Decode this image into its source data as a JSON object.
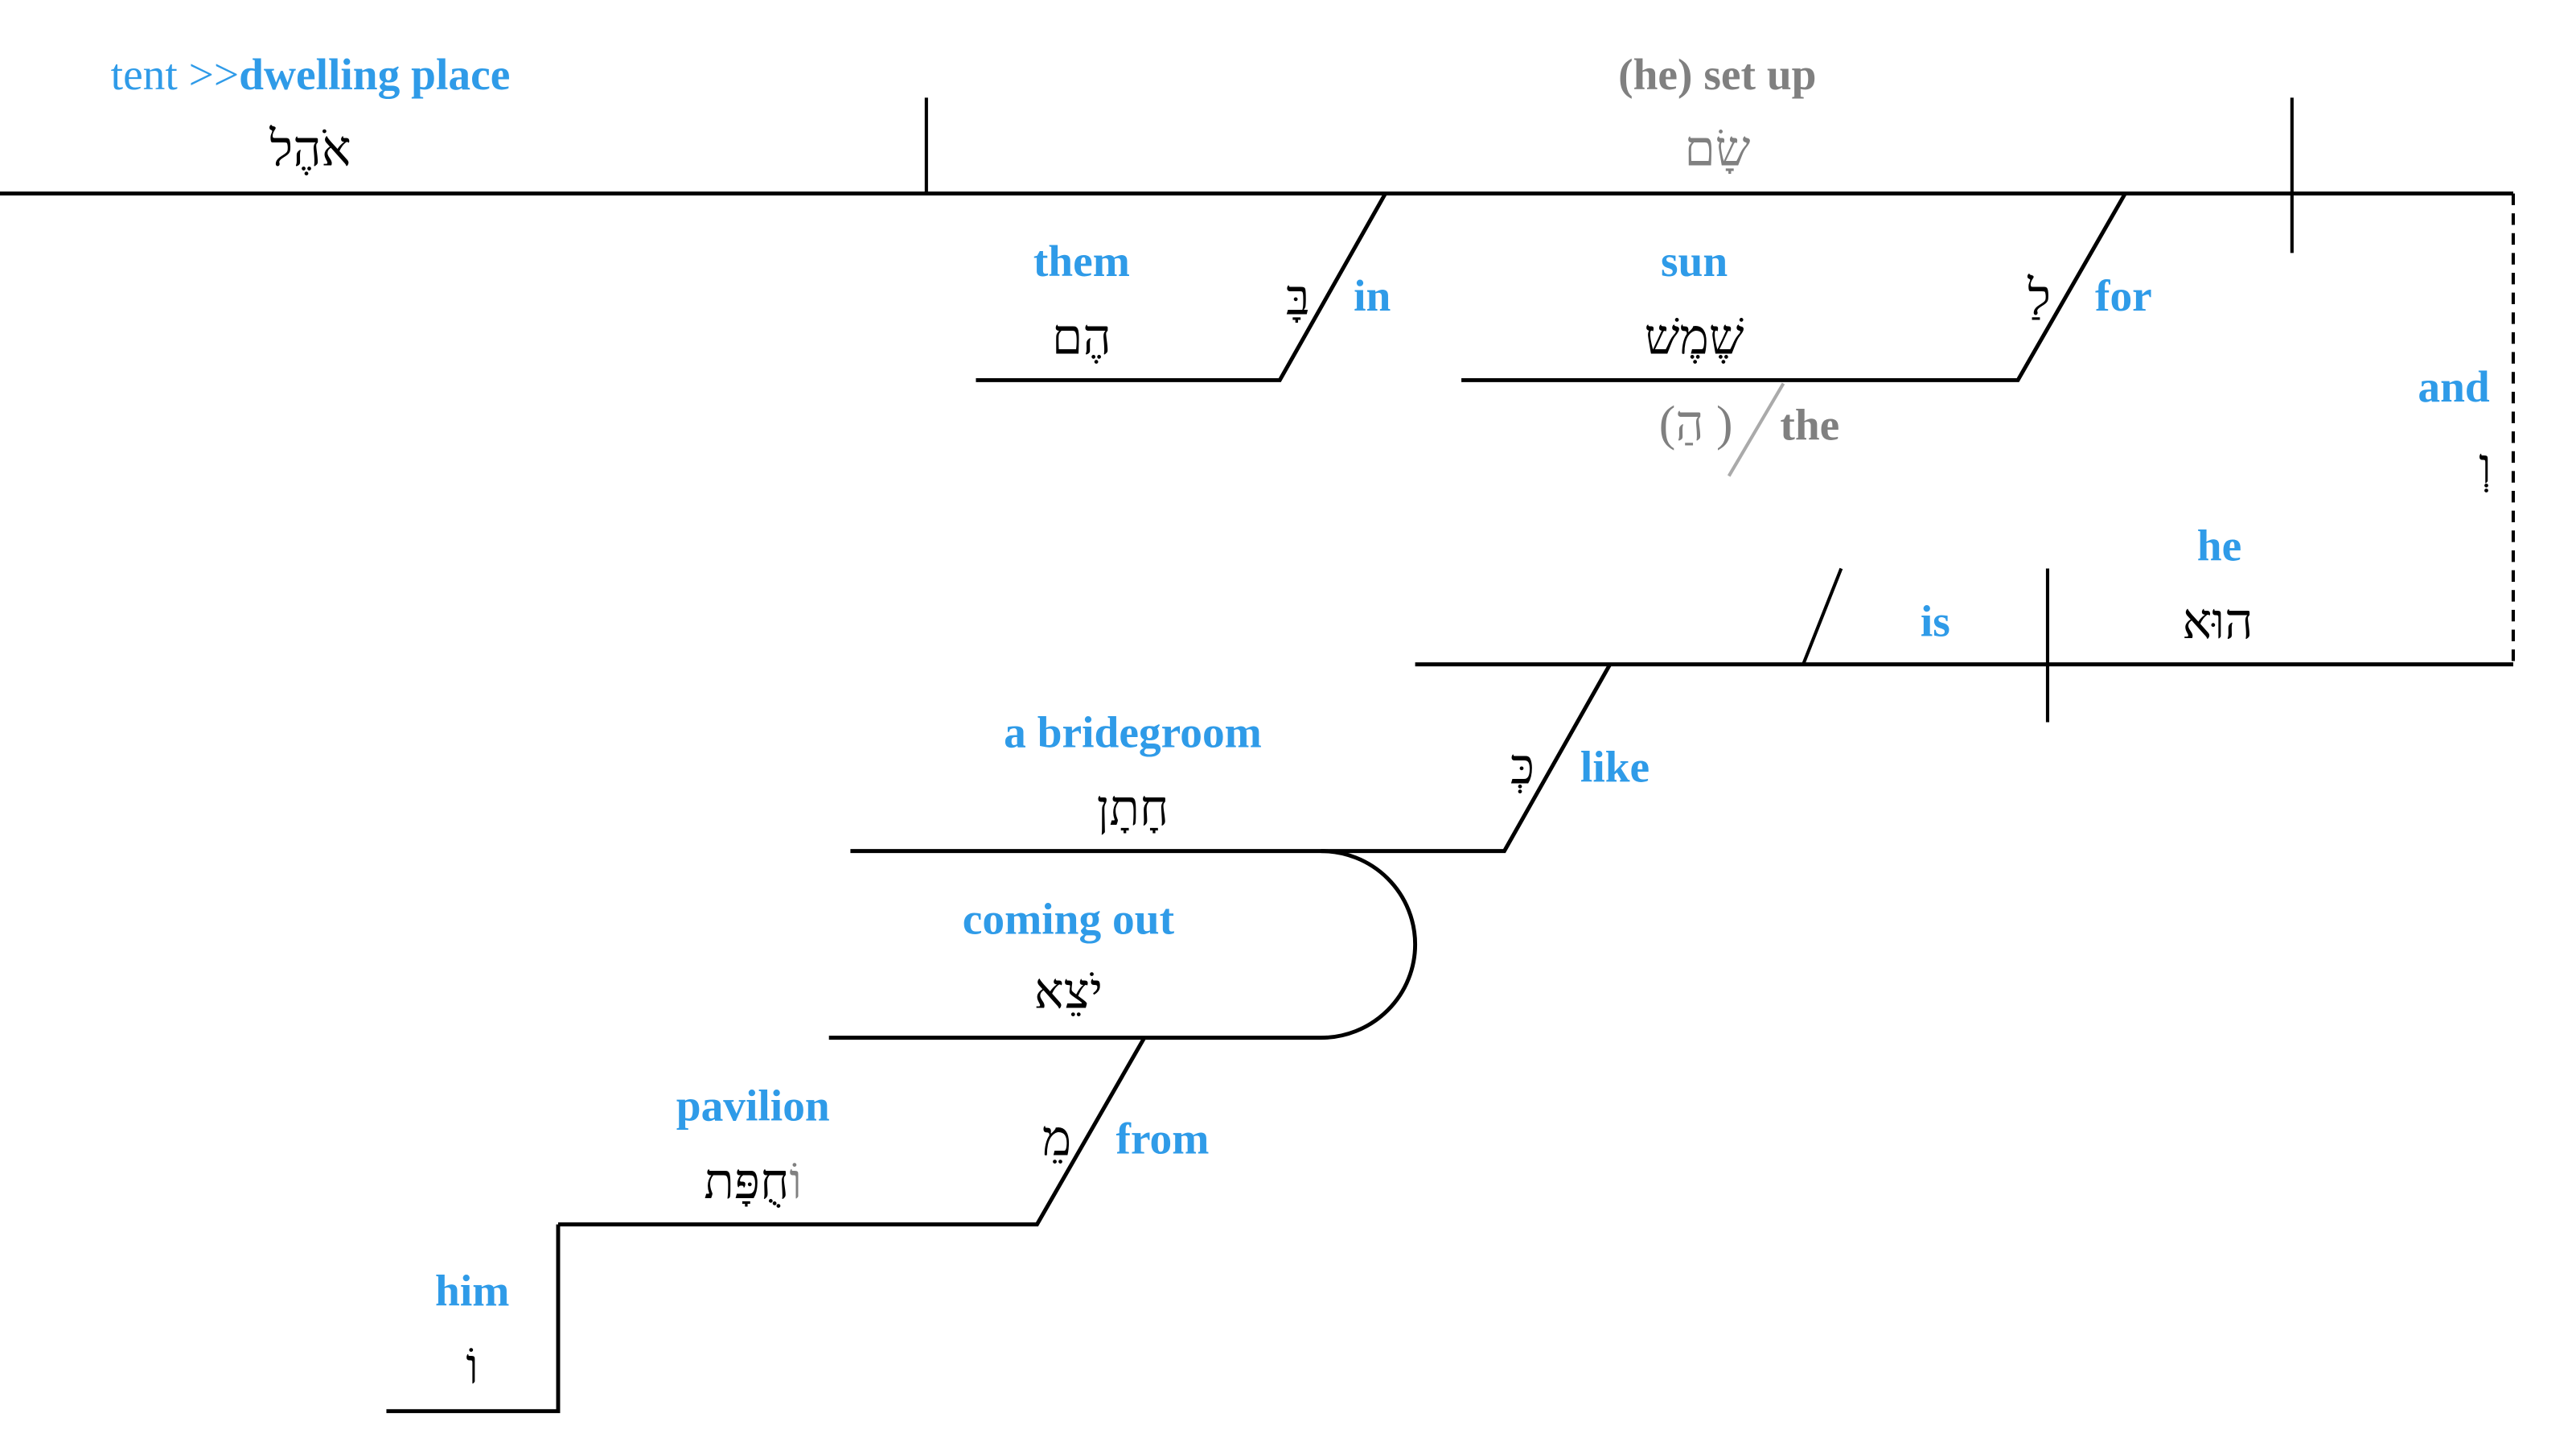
{
  "colors": {
    "english": "#2f9be8",
    "implied": "#808080",
    "hebrew": "#000000",
    "lines": "#000000"
  },
  "subject": {
    "gloss_prefix": "tent >>",
    "gloss": "dwelling place",
    "hebrew": "אֹהֶל"
  },
  "verb": {
    "gloss": "(he) set up",
    "hebrew": "שָׂם"
  },
  "prep_in": {
    "hebrew": "בָּ",
    "gloss": "in",
    "object_gloss": "them",
    "object_hebrew": "הֶם"
  },
  "prep_for": {
    "hebrew": "לַ",
    "gloss": "for",
    "object_gloss": "sun",
    "object_hebrew": "שֶׁמֶשׁ",
    "article_hebrew": "(הַ )",
    "article_gloss": "the"
  },
  "conjunction": {
    "gloss": "and",
    "hebrew": "וְ"
  },
  "clause2": {
    "subject_gloss": "he",
    "subject_hebrew": "הוּא",
    "verb_gloss": "is"
  },
  "prep_like": {
    "hebrew": "כְּ",
    "gloss": "like",
    "object_gloss": "a bridegroom",
    "object_hebrew": "חָתָן"
  },
  "participle": {
    "gloss": "coming out",
    "hebrew": "יֹצֵא"
  },
  "prep_from": {
    "hebrew": "מֵ",
    "gloss": "from",
    "object_gloss": "pavilion",
    "object_hebrew": "חֻפָּת",
    "object_suffix": "וֹ"
  },
  "possessor": {
    "gloss": "him",
    "hebrew": "וֹ"
  }
}
